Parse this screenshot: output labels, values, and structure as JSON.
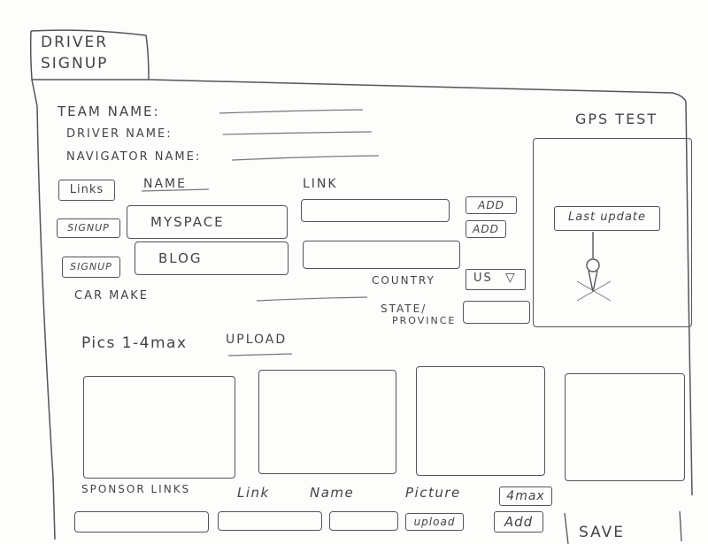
{
  "tab": {
    "title_line1": "DRIVER",
    "title_line2": "SIGNUP"
  },
  "gps": {
    "title": "GPS TEST",
    "last_update": "Last update"
  },
  "fields": {
    "team_name": "TEAM NAME:",
    "driver_name": "DRIVER NAME:",
    "navigator_name": "NAVIGATOR NAME:"
  },
  "links_section": {
    "links_label": "Links",
    "name_header": "NAME",
    "link_header": "LINK",
    "rows": [
      {
        "signup": "SIGNUP",
        "name": "MYSPACE",
        "add": "ADD"
      },
      {
        "signup": "SIGNUP",
        "name": "BLOG",
        "add": "ADD"
      }
    ]
  },
  "car_make": "CAR MAKE",
  "country": {
    "label": "COUNTRY",
    "value": "US",
    "arrow": "▽"
  },
  "state": {
    "label_line1": "STATE/",
    "label_line2": "PROVINCE"
  },
  "pics": {
    "label": "Pics 1-4max",
    "upload": "UPLOAD"
  },
  "sponsor": {
    "label": "SPONSOR LINKS",
    "link_header": "Link",
    "name_header": "Name",
    "picture_header": "Picture",
    "max": "4max",
    "upload": "upload",
    "add": "Add"
  },
  "save": "SAVE"
}
